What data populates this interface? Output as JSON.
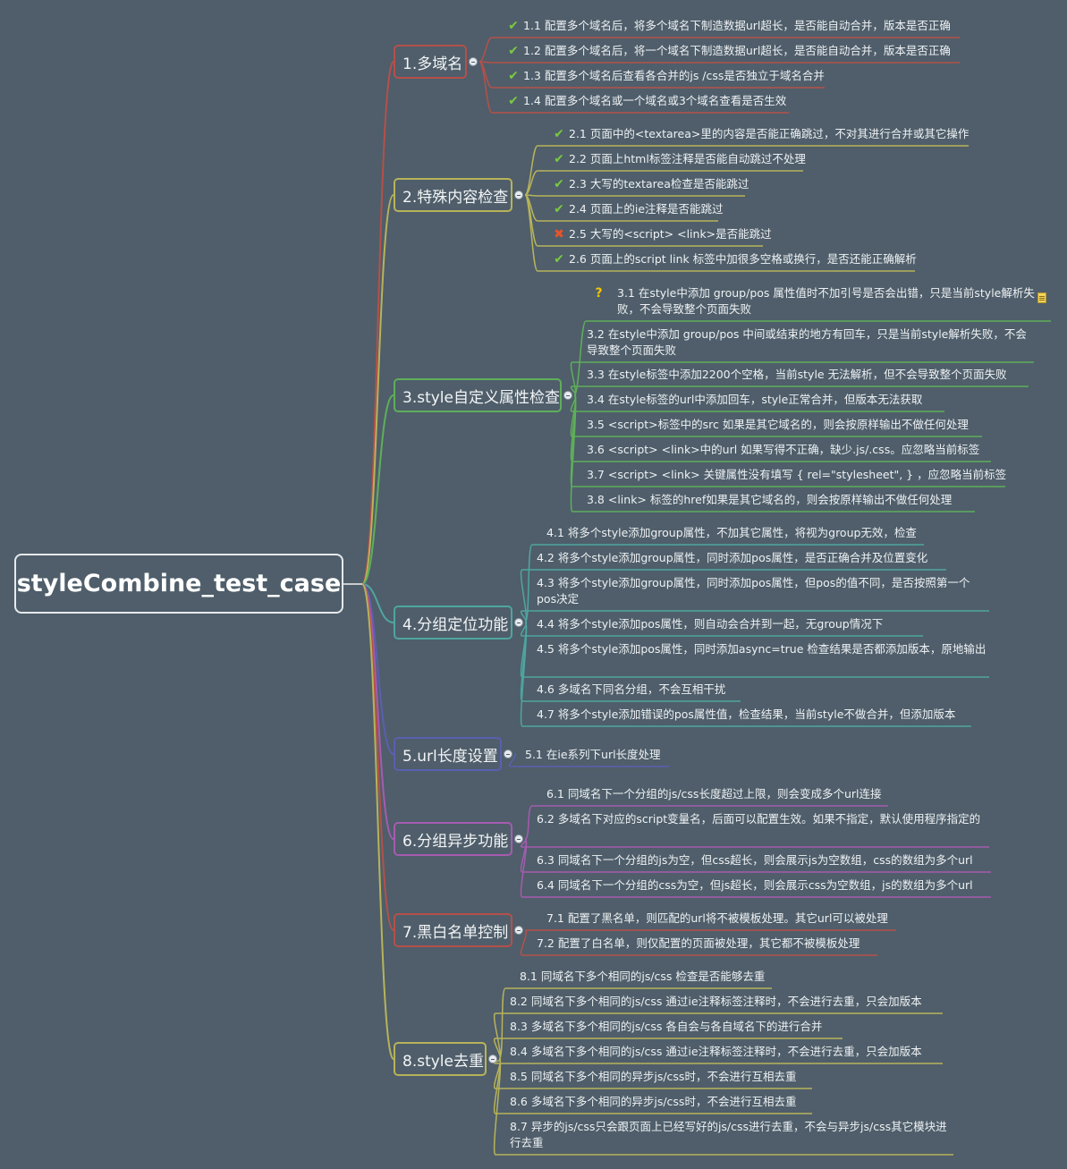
{
  "root": {
    "title": "styleCombine_test_case"
  },
  "branches": [
    {
      "title": "1.多域名",
      "color": "#b5504a",
      "items": [
        {
          "text": "1.1 配置多个域名后，将多个域名下制造数据url超长，是否能自动合并，版本是否正确",
          "mark": "check"
        },
        {
          "text": "1.2 配置多个域名后，将一个域名下制造数据url超长，是否能自动合并，版本是否正确",
          "mark": "check"
        },
        {
          "text": "1.3 配置多个域名后查看各合并的js /css是否独立于域名合并",
          "mark": "check"
        },
        {
          "text": "1.4 配置多个域名或一个域名或3个域名查看是否生效",
          "mark": "check"
        }
      ]
    },
    {
      "title": "2.特殊内容检查",
      "color": "#b7b35a",
      "items": [
        {
          "text": "2.1 页面中的<textarea>里的内容是否能正确跳过，不对其进行合并或其它操作",
          "mark": "check"
        },
        {
          "text": "2.2 页面上html标签注释是否能自动跳过不处理",
          "mark": "check"
        },
        {
          "text": "2.3 大写的textarea检查是否能跳过",
          "mark": "check"
        },
        {
          "text": "2.4 页面上的ie注释是否能跳过",
          "mark": "check"
        },
        {
          "text": "2.5 大写的<script> <link>是否能跳过",
          "mark": "cross"
        },
        {
          "text": "2.6 页面上的script link 标签中加很多空格或换行，是否还能正确解析",
          "mark": "check"
        }
      ]
    },
    {
      "title": "3.style自定义属性检查",
      "color": "#5fae5a",
      "items": [
        {
          "text": "3.1 在style中添加 group/pos 属性值时不加引号是否会出错，只是当前style解析失败，不会导致整个页面失败",
          "mark": "question",
          "note": true
        },
        {
          "text": "3.2 在style中添加 group/pos 中间或结束的地方有回车，只是当前style解析失败，不会导致整个页面失败"
        },
        {
          "text": "3.3 在style标签中添加2200个空格，当前style 无法解析，但不会导致整个页面失败"
        },
        {
          "text": "3.4 在style标签的url中添加回车，style正常合并，但版本无法获取"
        },
        {
          "text": "3.5 <script>标签中的src 如果是其它域名的，则会按原样输出不做任何处理"
        },
        {
          "text": "3.6 <script> <link>中的url 如果写得不正确，缺少.js/.css。应忽略当前标签"
        },
        {
          "text": "3.7 <script> <link> 关键属性没有填写 { rel=\"stylesheet\", } ，应忽略当前标签"
        },
        {
          "text": "3.8 <link> 标签的href如果是其它域名的，则会按原样输出不做任何处理"
        }
      ]
    },
    {
      "title": "4.分组定位功能",
      "color": "#4fa5a0",
      "items": [
        {
          "text": "4.1 将多个style添加group属性，不加其它属性，将视为group无效，检查"
        },
        {
          "text": "4.2 将多个style添加group属性，同时添加pos属性，是否正确合并及位置变化"
        },
        {
          "text": "4.3 将多个style添加group属性，同时添加pos属性，但pos的值不同，是否按照第一个pos决定"
        },
        {
          "text": "4.4 将多个style添加pos属性，则自动会合并到一起，无group情况下"
        },
        {
          "text": "4.5 将多个style添加pos属性，同时添加async=true 检查结果是否都添加版本，原地输出"
        },
        {
          "text": "4.6 多域名下同名分组，不会互相干扰"
        },
        {
          "text": "4.7 将多个style添加错误的pos属性值，检查结果，当前style不做合并，但添加版本"
        }
      ]
    },
    {
      "title": "5.url长度设置",
      "color": "#5b5fb0",
      "items": [
        {
          "text": "5.1 在ie系列下url长度处理"
        }
      ]
    },
    {
      "title": "6.分组异步功能",
      "color": "#a65bb0",
      "items": [
        {
          "text": "6.1 同域名下一个分组的js/css长度超过上限，则会变成多个url连接"
        },
        {
          "text": "6.2 多域名下对应的script变量名，后面可以配置生效。如果不指定，默认使用程序指定的"
        },
        {
          "text": "6.3 同域名下一个分组的js为空，但css超长，则会展示js为空数组，css的数组为多个url"
        },
        {
          "text": "6.4 同域名下一个分组的css为空，但js超长，则会展示css为空数组，js的数组为多个url"
        }
      ]
    },
    {
      "title": "7.黑白名单控制",
      "color": "#b5504a",
      "items": [
        {
          "text": "7.1 配置了黑名单，则匹配的url将不被模板处理。其它url可以被处理"
        },
        {
          "text": "7.2 配置了白名单，则仅配置的页面被处理，其它都不被模板处理"
        }
      ]
    },
    {
      "title": "8.style去重",
      "color": "#b7b35a",
      "items": [
        {
          "text": "8.1 同域名下多个相同的js/css 检查是否能够去重"
        },
        {
          "text": "8.2 同域名下多个相同的js/css 通过ie注释标签注释时，不会进行去重，只会加版本"
        },
        {
          "text": "8.3 多域名下多个相同的js/css 各自会与各自域名下的进行合并"
        },
        {
          "text": "8.4 多域名下多个相同的js/css 通过ie注释标签注释时，不会进行去重，只会加版本"
        },
        {
          "text": "8.5 同域名下多个相同的异步js/css时，不会进行互相去重"
        },
        {
          "text": "8.6 多域名下多个相同的异步js/css时，不会进行互相去重"
        },
        {
          "text": "8.7 异步的js/css只会跟页面上已经写好的js/css进行去重，不会与异步js/css其它模块进行去重"
        }
      ]
    }
  ]
}
